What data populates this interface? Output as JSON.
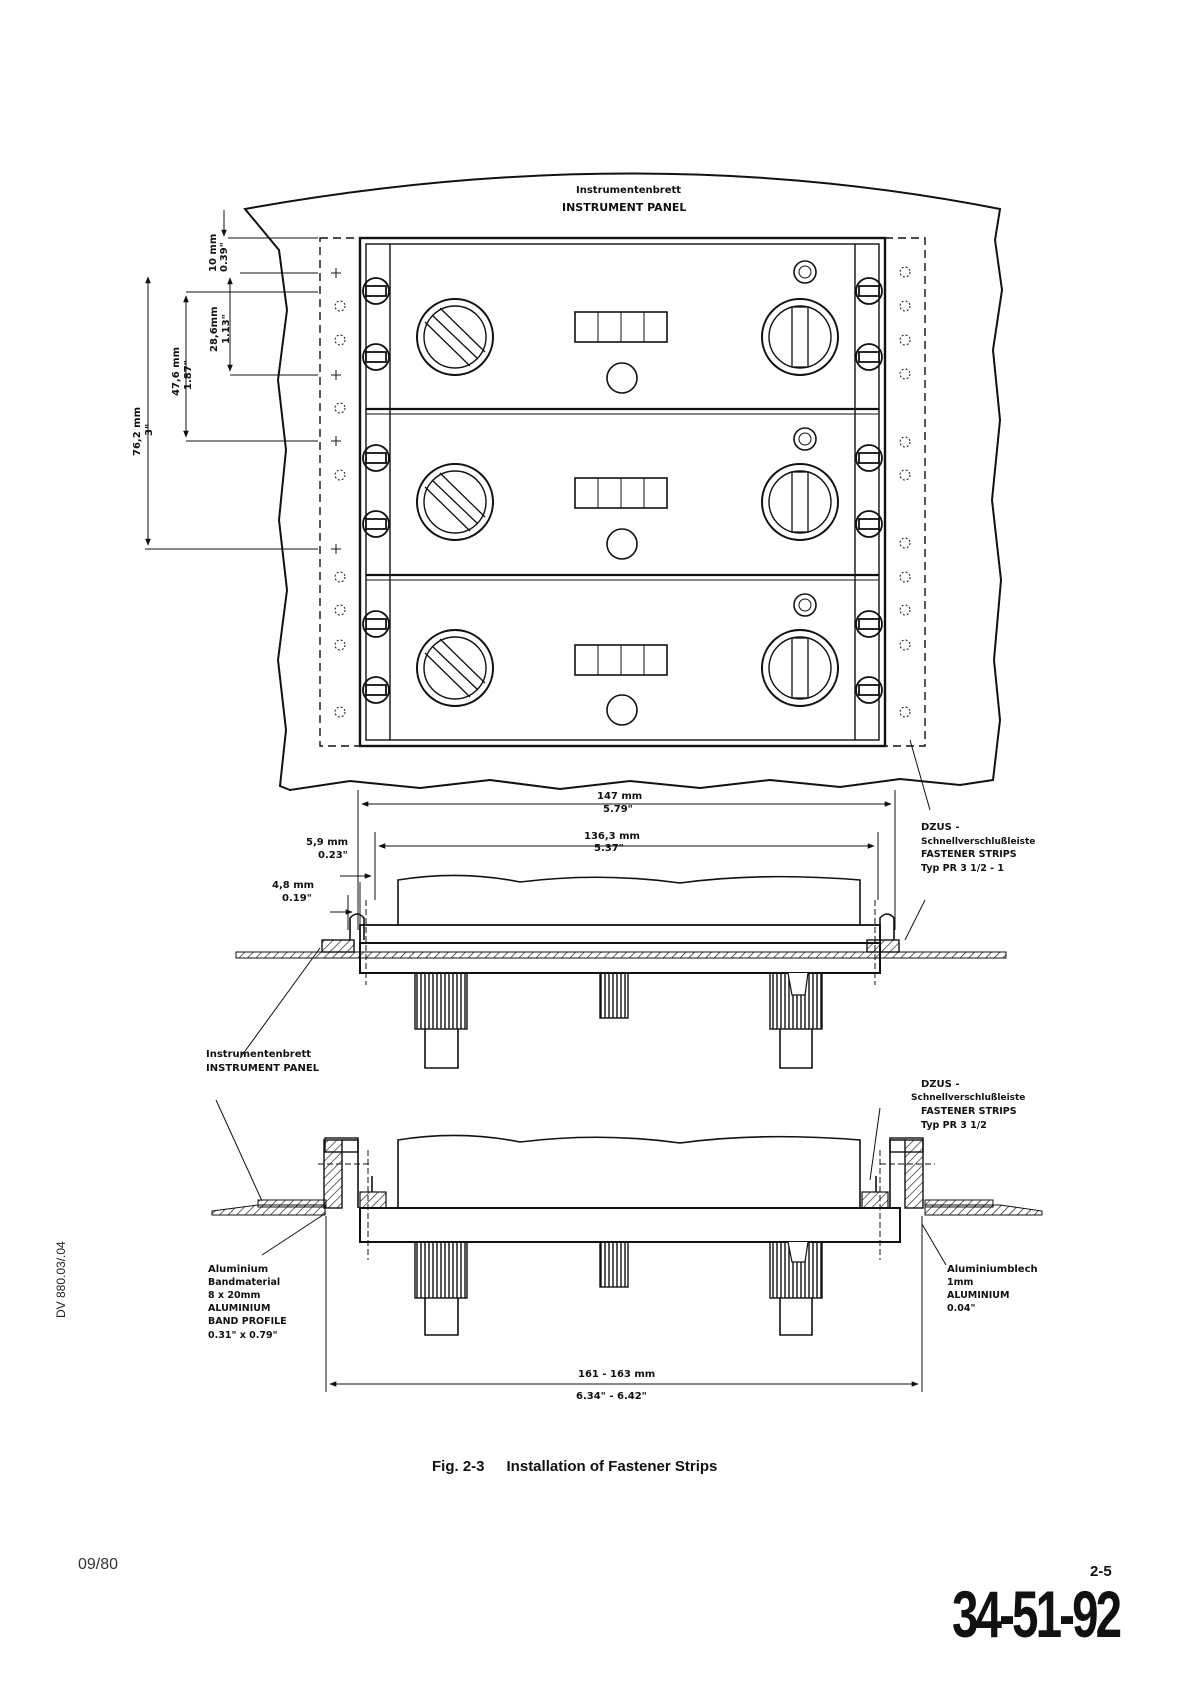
{
  "top_view": {
    "panel_de": "Instrumentenbrett",
    "panel_en": "INSTRUMENT PANEL",
    "dim_10": [
      "10 mm",
      "0.39\""
    ],
    "dim_286": [
      "28,6mm",
      "1.13\""
    ],
    "dim_476": [
      "47,6 mm",
      "1.87\""
    ],
    "dim_762": [
      "76,2 mm",
      "3\""
    ]
  },
  "section1": {
    "dim_147": [
      "147 mm",
      "5.79\""
    ],
    "dim_1363": [
      "136,3 mm",
      "5.37\""
    ],
    "dim_59": [
      "5,9 mm",
      "0.23\""
    ],
    "dim_48": [
      "4,8 mm",
      "0.19\""
    ],
    "strip_label": [
      "DZUS -",
      "Schnellverschlußleiste",
      "FASTENER  STRIPS",
      "Typ PR 3 1/2 - 1"
    ],
    "panel_label": [
      "Instrumentenbrett",
      "INSTRUMENT  PANEL"
    ]
  },
  "section2": {
    "strip_label": [
      "DZUS -",
      "Schnellverschlußleiste",
      "FASTENER  STRIPS",
      "Typ  PR  3 1/2"
    ],
    "band_label": [
      "Aluminium",
      "Bandmaterial",
      "8 x 20mm",
      "ALUMINIUM",
      "BAND  PROFILE",
      "0.31\" x 0.79\""
    ],
    "sheet_label": [
      "Aluminiumblech",
      "1mm",
      "ALUMINIUM",
      "0.04\""
    ],
    "dim_161": [
      "161 - 163 mm",
      "6.34\" - 6.42\""
    ]
  },
  "caption": {
    "number": "Fig. 2-3",
    "title": "Installation of Fastener Strips"
  },
  "footer": {
    "date": "09/80",
    "page": "2-5",
    "chapter": "34-51-92",
    "doc_ref": "DV 880.03/.04"
  }
}
